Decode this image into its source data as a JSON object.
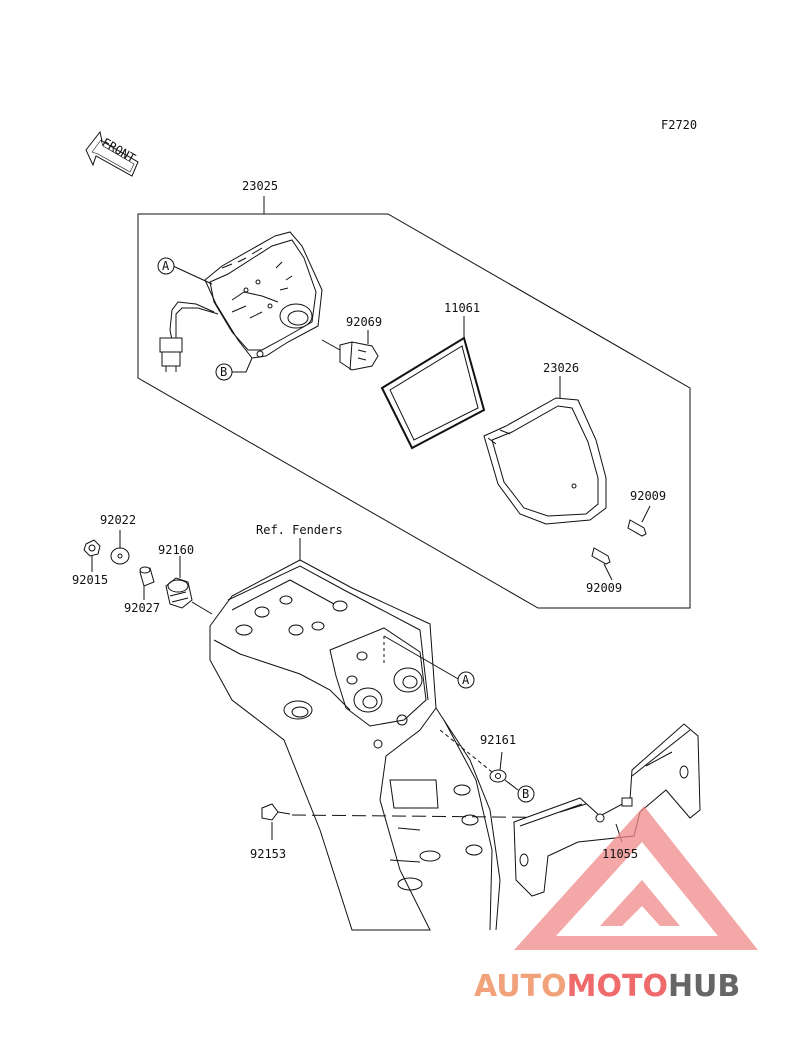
{
  "diagram": {
    "figure_code": "F2720",
    "front_label": "FRONT",
    "callouts": {
      "A": "A",
      "B": "B"
    },
    "parts": {
      "p23025": "23025",
      "p92069": "92069",
      "p11061": "11061",
      "p23026": "23026",
      "p92009a": "92009",
      "p92009b": "92009",
      "p92022": "92022",
      "p92015": "92015",
      "p92160": "92160",
      "p92027": "92027",
      "ref_fenders": "Ref. Fenders",
      "p92161": "92161",
      "p92153": "92153",
      "p11055": "11055"
    }
  },
  "watermark": {
    "word_auto": "AUTO",
    "word_moto": "MOTO",
    "word_hub": "HUB",
    "colors": {
      "auto": "#f2a27a",
      "moto": "#ef6b6b",
      "hub": "#666666",
      "triangle": "#f08a8a"
    }
  }
}
